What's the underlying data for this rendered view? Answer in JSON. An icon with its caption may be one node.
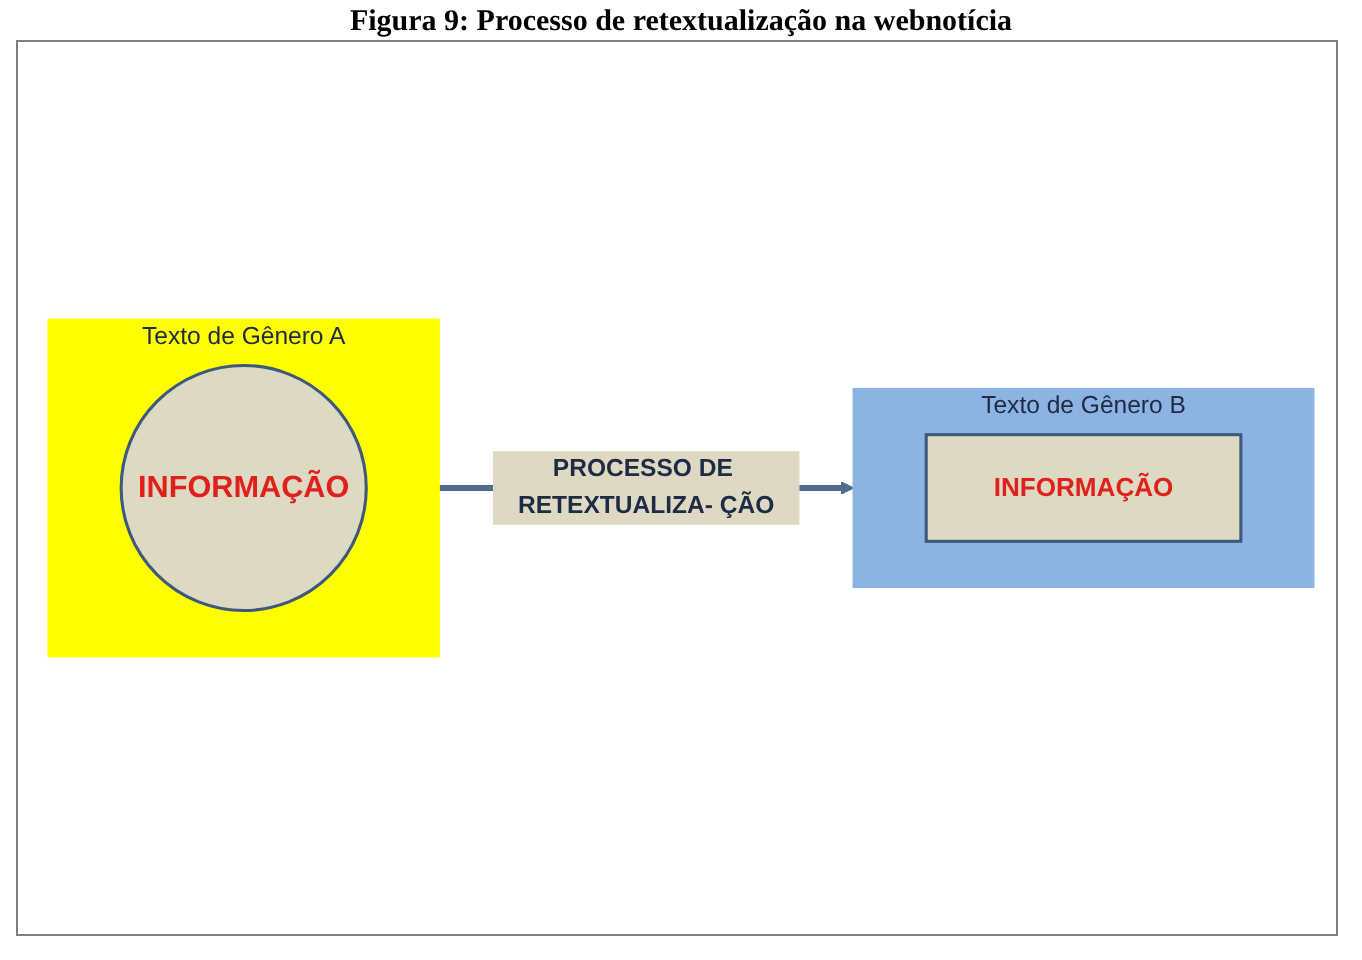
{
  "diagram": {
    "title": "Figura 9: Processo de retextualização na webnotícia",
    "nodes": [
      {
        "text": [
          "Texto de Gênero A"
        ]
      },
      {
        "text": [
          "INFORMAÇÃO"
        ],
        "in": 0
      },
      {
        "text": [
          "Texto de Gênero B"
        ]
      },
      {
        "text": [
          "INFORMAÇÃO"
        ],
        "in": 2
      }
    ],
    "edges": [
      {
        "from": 0,
        "to": 2,
        "arrow": "to",
        "label": "PROCESSO DE RETEXTUALIZA- ÇÃO"
      }
    ]
  }
}
